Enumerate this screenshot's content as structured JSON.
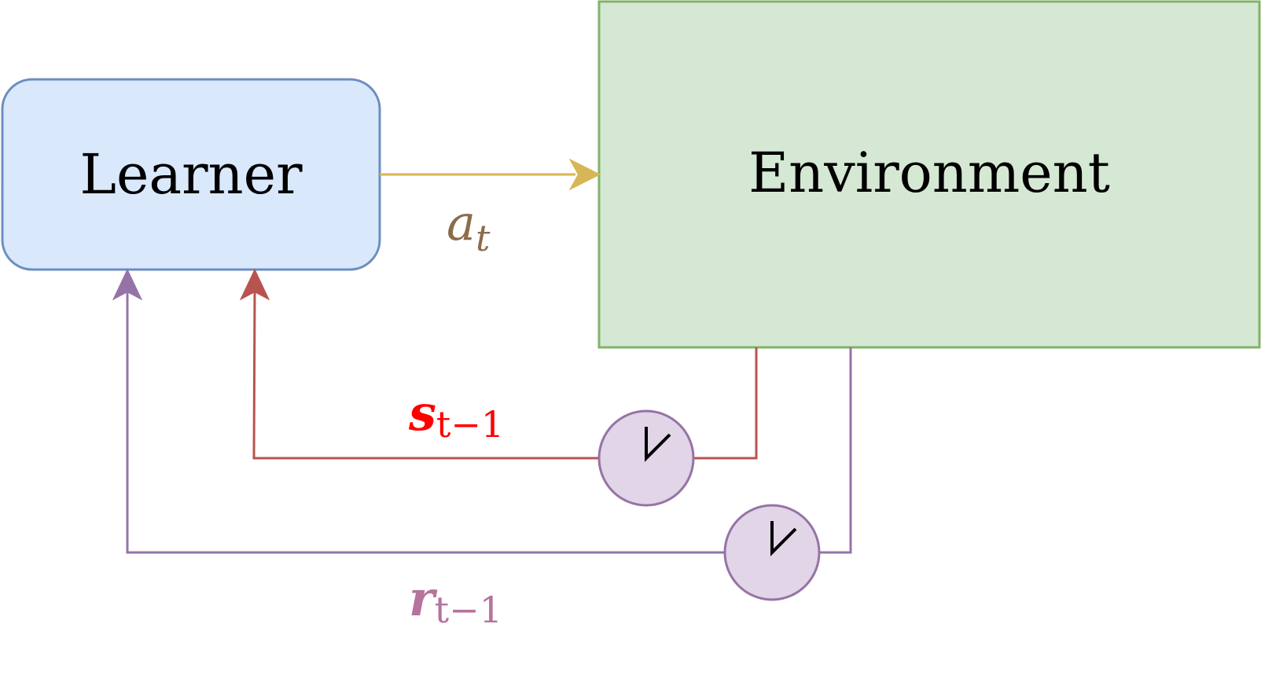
{
  "nodes": {
    "learner": {
      "label": "Learner",
      "fill": "#dae8fc",
      "stroke": "#6c8ebf"
    },
    "environment": {
      "label": "Environment",
      "fill": "#d5e8d4",
      "stroke": "#82b366"
    }
  },
  "edges": {
    "action": {
      "symbol": "a",
      "subscript": "t",
      "line_color": "#d6b656",
      "label_color": "#8c6d4a"
    },
    "state": {
      "symbol": "s",
      "subscript": "t−1",
      "line_color": "#b85450",
      "label_color": "#ff0000"
    },
    "reward": {
      "symbol": "r",
      "subscript": "t−1",
      "line_color": "#9673a6",
      "label_color": "#b5739d"
    }
  },
  "delays": {
    "state_clock": {
      "icon": "clock-icon",
      "fill": "#e1d5e7",
      "stroke": "#9673a6"
    },
    "reward_clock": {
      "icon": "clock-icon",
      "fill": "#e1d5e7",
      "stroke": "#9673a6"
    }
  }
}
